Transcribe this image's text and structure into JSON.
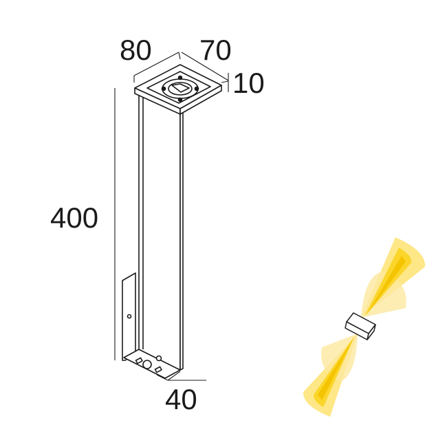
{
  "dimensions": {
    "width": "80",
    "depth": "70",
    "top": "10",
    "height": "400",
    "bracket": "40"
  },
  "colors": {
    "line": "#1a1a1a",
    "beam_outer": "#fde47a",
    "beam_inner": "#fbd52a",
    "beam_core": "#f5c400"
  }
}
